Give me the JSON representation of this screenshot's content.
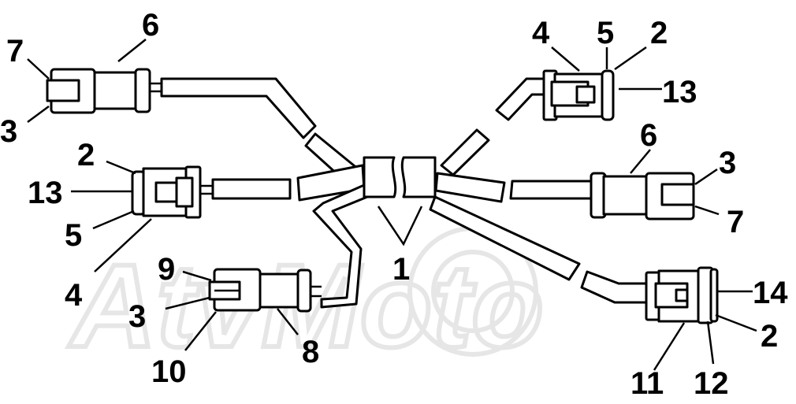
{
  "watermark_text": "AtvMoto",
  "colors": {
    "line": "#000000",
    "background": "#ffffff",
    "watermark": "#e6e6e6"
  },
  "callouts": [
    {
      "id": "c-7-a",
      "label": "7"
    },
    {
      "id": "c-6-a",
      "label": "6"
    },
    {
      "id": "c-3-a",
      "label": "3"
    },
    {
      "id": "c-2-a",
      "label": "2"
    },
    {
      "id": "c-13-a",
      "label": "13"
    },
    {
      "id": "c-5-a",
      "label": "5"
    },
    {
      "id": "c-4-a",
      "label": "4"
    },
    {
      "id": "c-9",
      "label": "9"
    },
    {
      "id": "c-3-b",
      "label": "3"
    },
    {
      "id": "c-10",
      "label": "10"
    },
    {
      "id": "c-8",
      "label": "8"
    },
    {
      "id": "c-1",
      "label": "1"
    },
    {
      "id": "c-4-b",
      "label": "4"
    },
    {
      "id": "c-5-b",
      "label": "5"
    },
    {
      "id": "c-2-b",
      "label": "2"
    },
    {
      "id": "c-13-b",
      "label": "13"
    },
    {
      "id": "c-6-b",
      "label": "6"
    },
    {
      "id": "c-3-c",
      "label": "3"
    },
    {
      "id": "c-7-b",
      "label": "7"
    },
    {
      "id": "c-14",
      "label": "14"
    },
    {
      "id": "c-2-c",
      "label": "2"
    },
    {
      "id": "c-11",
      "label": "11"
    },
    {
      "id": "c-12",
      "label": "12"
    }
  ]
}
